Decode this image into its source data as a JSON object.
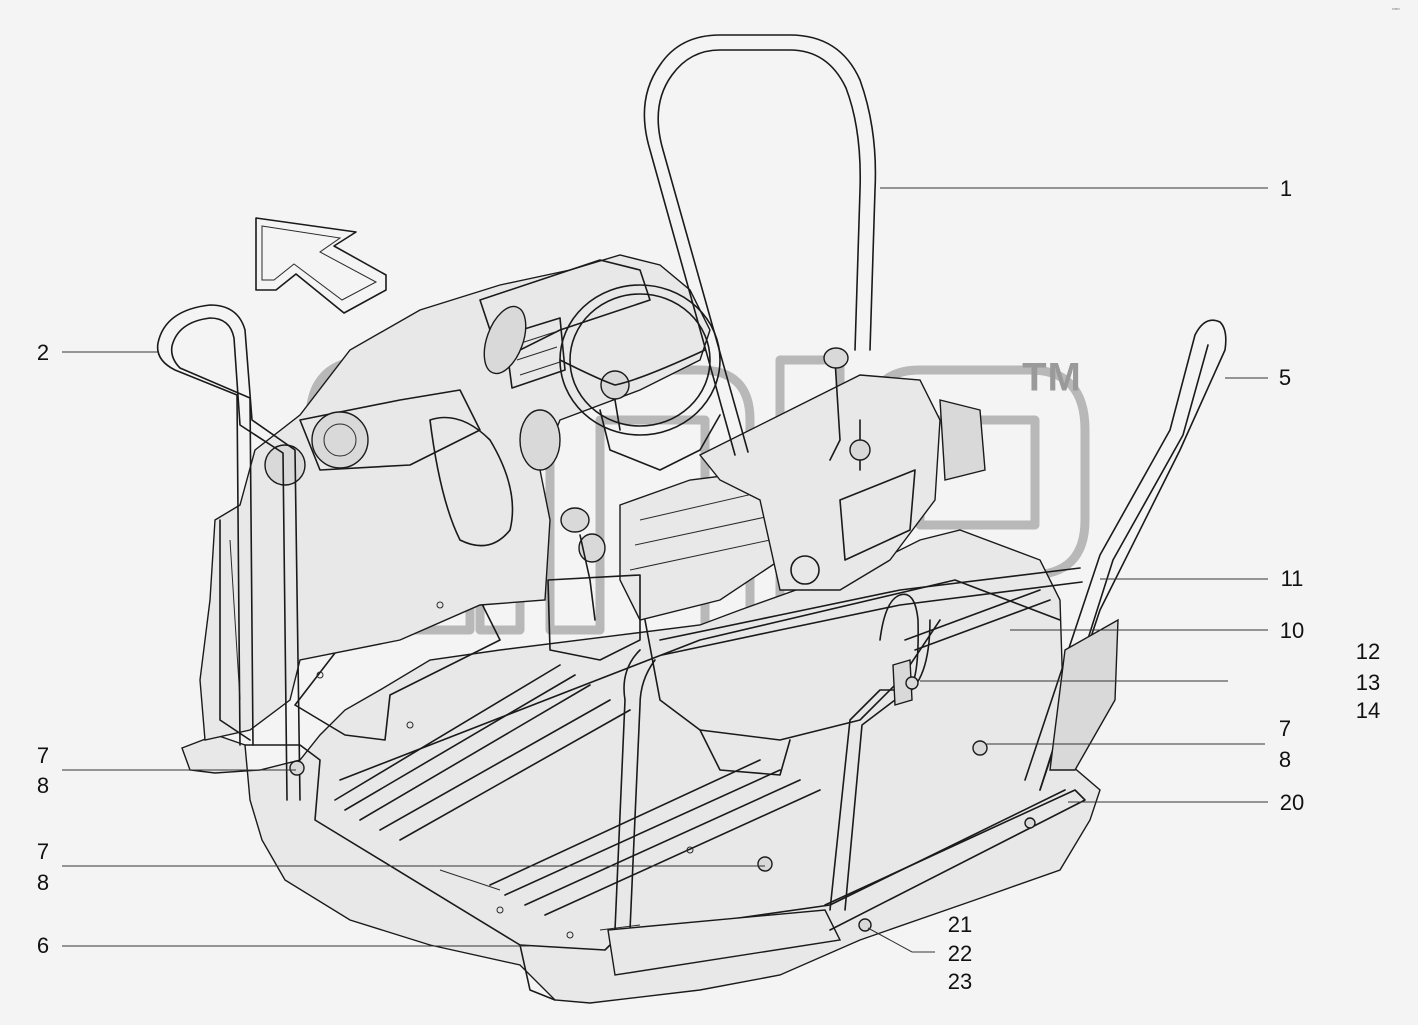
{
  "trademark": "TM",
  "callouts": [
    {
      "id": "c1",
      "text": "1"
    },
    {
      "id": "c2",
      "text": "2"
    },
    {
      "id": "c5",
      "text": "5"
    },
    {
      "id": "c11",
      "text": "11"
    },
    {
      "id": "c10",
      "text": "10"
    },
    {
      "id": "c12",
      "text": "12"
    },
    {
      "id": "c13",
      "text": "13"
    },
    {
      "id": "c14",
      "text": "14"
    },
    {
      "id": "c7a",
      "text": "7"
    },
    {
      "id": "c8a",
      "text": "8"
    },
    {
      "id": "c20",
      "text": "20"
    },
    {
      "id": "c7b",
      "text": "7"
    },
    {
      "id": "c8b",
      "text": "8"
    },
    {
      "id": "c7c",
      "text": "7"
    },
    {
      "id": "c8c",
      "text": "8"
    },
    {
      "id": "c6",
      "text": "6"
    },
    {
      "id": "c21",
      "text": "21"
    },
    {
      "id": "c22",
      "text": "22"
    },
    {
      "id": "c23",
      "text": "23"
    }
  ],
  "icons": {
    "direction_arrow": "forward-arrow-icon",
    "watermark": "brand-watermark-icon"
  },
  "colors": {
    "background": "#f4f4f4",
    "line": "#1a1a1a",
    "watermark": "#b8b8b8"
  }
}
